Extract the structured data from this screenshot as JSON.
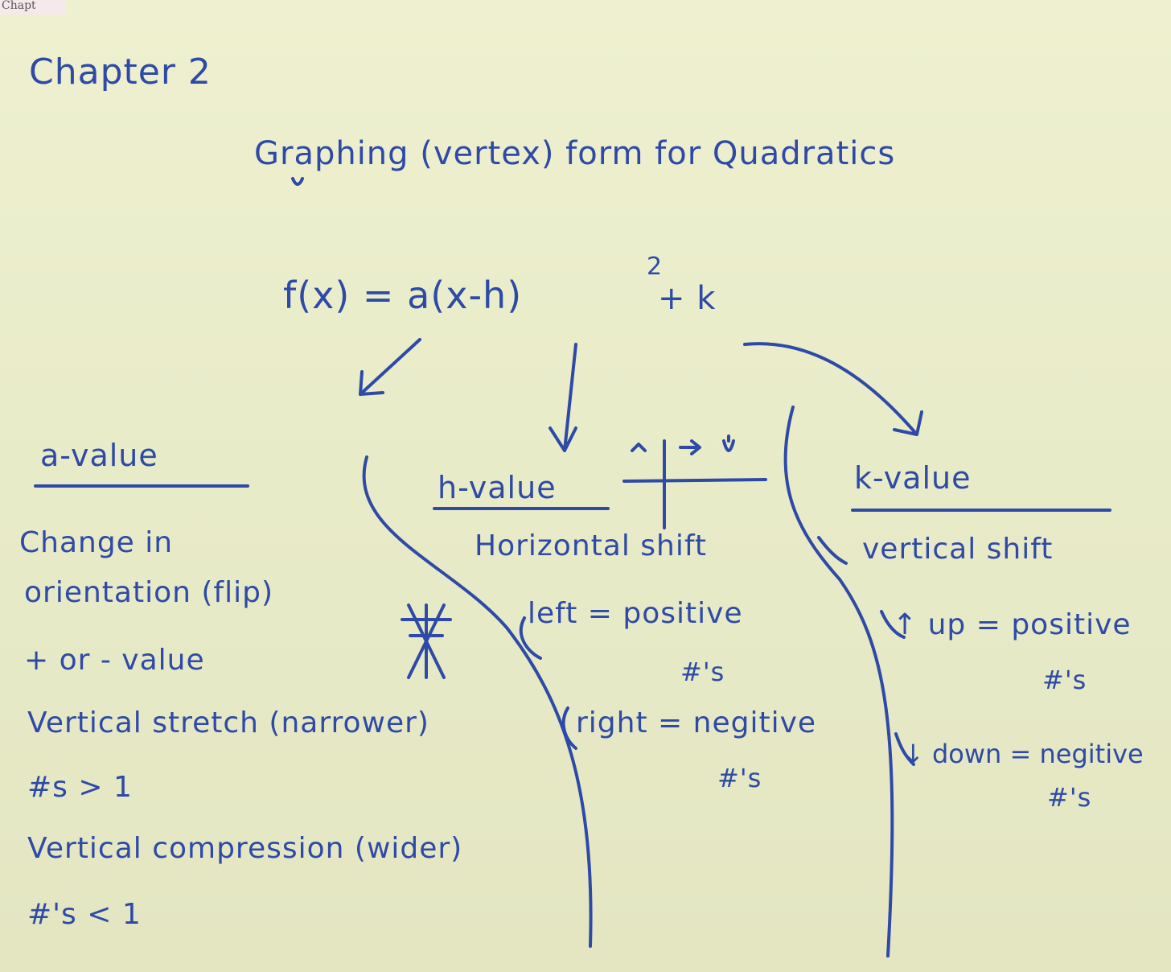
{
  "corner_text": "Chapt",
  "title": "Chapter 2",
  "subtitle": "Graphing (vertex) form for Quadratics",
  "formula": {
    "main": "f(x) = a(x-h)",
    "exponent": "2",
    "tail": "+ k"
  },
  "a_column": {
    "heading": "a-value",
    "lines": [
      "Change in",
      "orientation (flip)",
      "+ or - value",
      "Vertical stretch (narrower)",
      "#s > 1",
      "Vertical compression (wider)",
      "#'s < 1"
    ]
  },
  "h_column": {
    "heading": "h-value",
    "lines": [
      "Horizontal shift",
      "left = positive",
      "#'s",
      "right = negitive",
      "#'s"
    ]
  },
  "k_column": {
    "heading": "k-value",
    "lines": [
      "vertical shift",
      "↑ up = positive",
      "#'s",
      "↓ down = negitive",
      "#'s"
    ]
  },
  "ink_color": "#2e4aa6",
  "paper_color": "#eceecd"
}
